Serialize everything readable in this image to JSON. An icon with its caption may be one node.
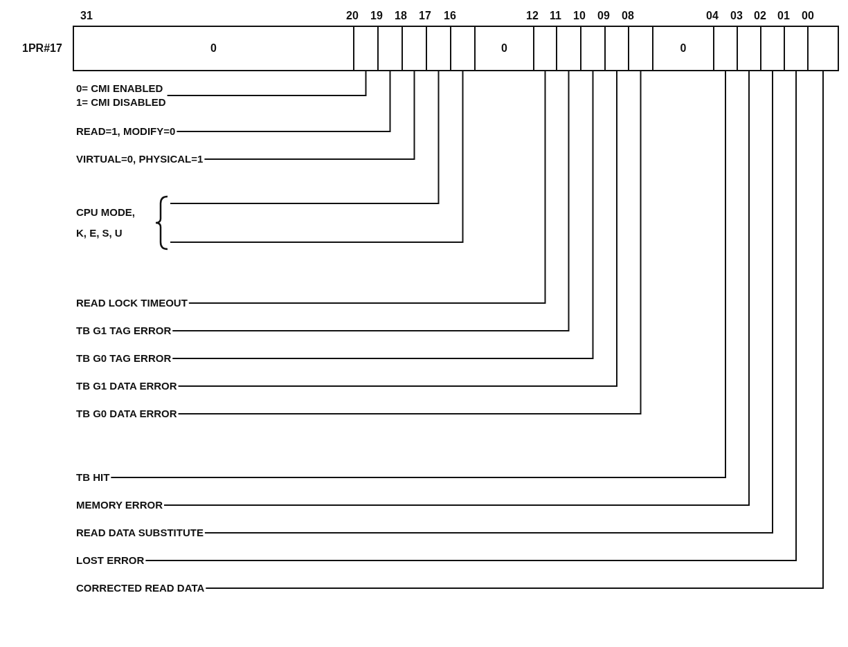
{
  "diagram": {
    "nodes": [
      {
        "text": [
          "0"
        ]
      },
      {
        "text": [],
        "shape": "box"
      },
      {
        "text": [],
        "shape": "box"
      },
      {
        "text": [],
        "shape": "box"
      },
      {
        "text": [],
        "shape": "box"
      },
      {
        "text": [],
        "shape": "box"
      },
      {
        "text": [
          "0"
        ]
      },
      {
        "text": [],
        "shape": "box"
      },
      {
        "text": [],
        "shape": "box"
      },
      {
        "text": [],
        "shape": "box"
      },
      {
        "text": [],
        "shape": "box"
      },
      {
        "text": [],
        "shape": "box"
      },
      {
        "text": [
          "0"
        ]
      },
      {
        "text": [],
        "shape": "box"
      },
      {
        "text": [],
        "shape": "box"
      },
      {
        "text": [],
        "shape": "box"
      },
      {
        "text": [],
        "shape": "box"
      },
      {
        "text": [],
        "shape": "box"
      },
      {
        "text": [
          "0= CMI ENABLED",
          "1= CMI DISABLED"
        ]
      },
      {
        "text": [
          "READ=1, MODIFY=0"
        ]
      },
      {
        "text": [
          "VIRTUAL=0, PHYSICAL=1"
        ]
      },
      {
        "text": [
          "CPU MODE, K, E, S, U"
        ]
      },
      {
        "text": [
          "READ LOCK TIMEOUT"
        ]
      },
      {
        "text": [
          "TB G1 TAG ERROR"
        ]
      },
      {
        "text": [
          "TB G0 TAG ERROR"
        ]
      },
      {
        "text": [
          "TB G1 DATA ERROR"
        ]
      },
      {
        "text": [
          "TB G0 DATA ERROR"
        ]
      },
      {
        "text": [
          "TB HIT"
        ]
      },
      {
        "text": [
          "MEMORY ERROR"
        ]
      },
      {
        "text": [
          "READ DATA SUBSTITUTE"
        ]
      },
      {
        "text": [
          "LOST ERROR"
        ]
      },
      {
        "text": [
          "CORRECTED READ DATA"
        ]
      }
    ],
    "edges": [
      {
        "from": 18,
        "to": 1,
        "arrow": "none"
      },
      {
        "from": 19,
        "to": 2,
        "arrow": "none"
      },
      {
        "from": 20,
        "to": 3,
        "arrow": "none"
      },
      {
        "from": 21,
        "to": 4,
        "arrow": "none"
      },
      {
        "from": 21,
        "to": 5,
        "arrow": "none"
      },
      {
        "from": 22,
        "to": 7,
        "arrow": "none"
      },
      {
        "from": 23,
        "to": 8,
        "arrow": "none"
      },
      {
        "from": 24,
        "to": 9,
        "arrow": "none"
      },
      {
        "from": 25,
        "to": 10,
        "arrow": "none"
      },
      {
        "from": 26,
        "to": 11,
        "arrow": "none"
      },
      {
        "from": 27,
        "to": 13,
        "arrow": "none"
      },
      {
        "from": 28,
        "to": 14,
        "arrow": "none"
      },
      {
        "from": 29,
        "to": 15,
        "arrow": "none"
      },
      {
        "from": 30,
        "to": 16,
        "arrow": "none"
      },
      {
        "from": 31,
        "to": 17,
        "arrow": "none"
      }
    ],
    "labels": [
      "31",
      "20",
      "19",
      "18",
      "17",
      "16",
      "12",
      "11",
      "10",
      "09",
      "08",
      "04",
      "03",
      "02",
      "01",
      "00",
      "1PR#17"
    ]
  }
}
